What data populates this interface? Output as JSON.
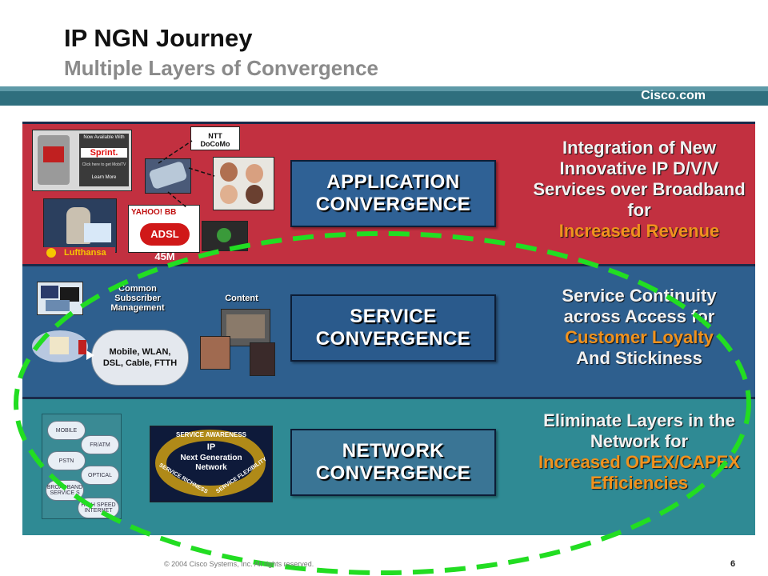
{
  "header": {
    "title": "IP NGN Journey",
    "subtitle": "Multiple Layers of Convergence",
    "brand": "Cisco.com"
  },
  "layers": [
    {
      "box_lines": [
        "APPLICATION",
        "CONVERGENCE"
      ],
      "desc_white": "Integration of New Innovative IP D/V/V Services over Broadband for",
      "desc_orange": "Increased Revenue",
      "color": "#c23040"
    },
    {
      "box_lines": [
        "SERVICE",
        "CONVERGENCE"
      ],
      "desc_white": "Service Continuity across Access for",
      "desc_orange": "Customer Loyalty",
      "desc_white2": "And Stickiness",
      "color": "#2e5f8e"
    },
    {
      "box_lines": [
        "NETWORK",
        "CONVERGENCE"
      ],
      "desc_white": "Eliminate Layers in the Network for",
      "desc_orange": "Increased OPEX/CAPEX Efficiencies",
      "color": "#2f8a94"
    }
  ],
  "app_images": {
    "sprint_line1": "Now Available With",
    "sprint_brand": "Sprint.",
    "sprint_line2": "Click here to get MobiTV",
    "sprint_line3": "Learn More",
    "docomo": "NTT DoCoMo",
    "yahoo": "YAHOO! BB",
    "adsl": "ADSL 45M",
    "lufthansa": "Lufthansa"
  },
  "svc_labels": {
    "common": "Common Subscriber Management",
    "content": "Content",
    "access_cloud": "Mobile, WLAN, DSL, Cable, FTTH"
  },
  "net_clouds": {
    "mobile": "MOBILE",
    "fratm": "FR/ATM",
    "pstn": "PSTN",
    "optical": "OPTICAL",
    "broadband": "BROADBAND SERVICE S",
    "highspeed": "HIGH SPEED INTERNET"
  },
  "net_logo": {
    "ip": "IP",
    "ngn": "Next Generation Network",
    "ring_top": "SERVICE AWARENESS",
    "ring_left": "SERVICE RICHNESS",
    "ring_right": "SERVICE FLEXIBILITY"
  },
  "footer": {
    "copyright": "© 2004 Cisco Systems, Inc. All rights reserved.",
    "page": "6"
  },
  "colors": {
    "accent_orange": "#f0921e",
    "dash_green": "#22dd22",
    "topbar": "#2f6f7e"
  }
}
